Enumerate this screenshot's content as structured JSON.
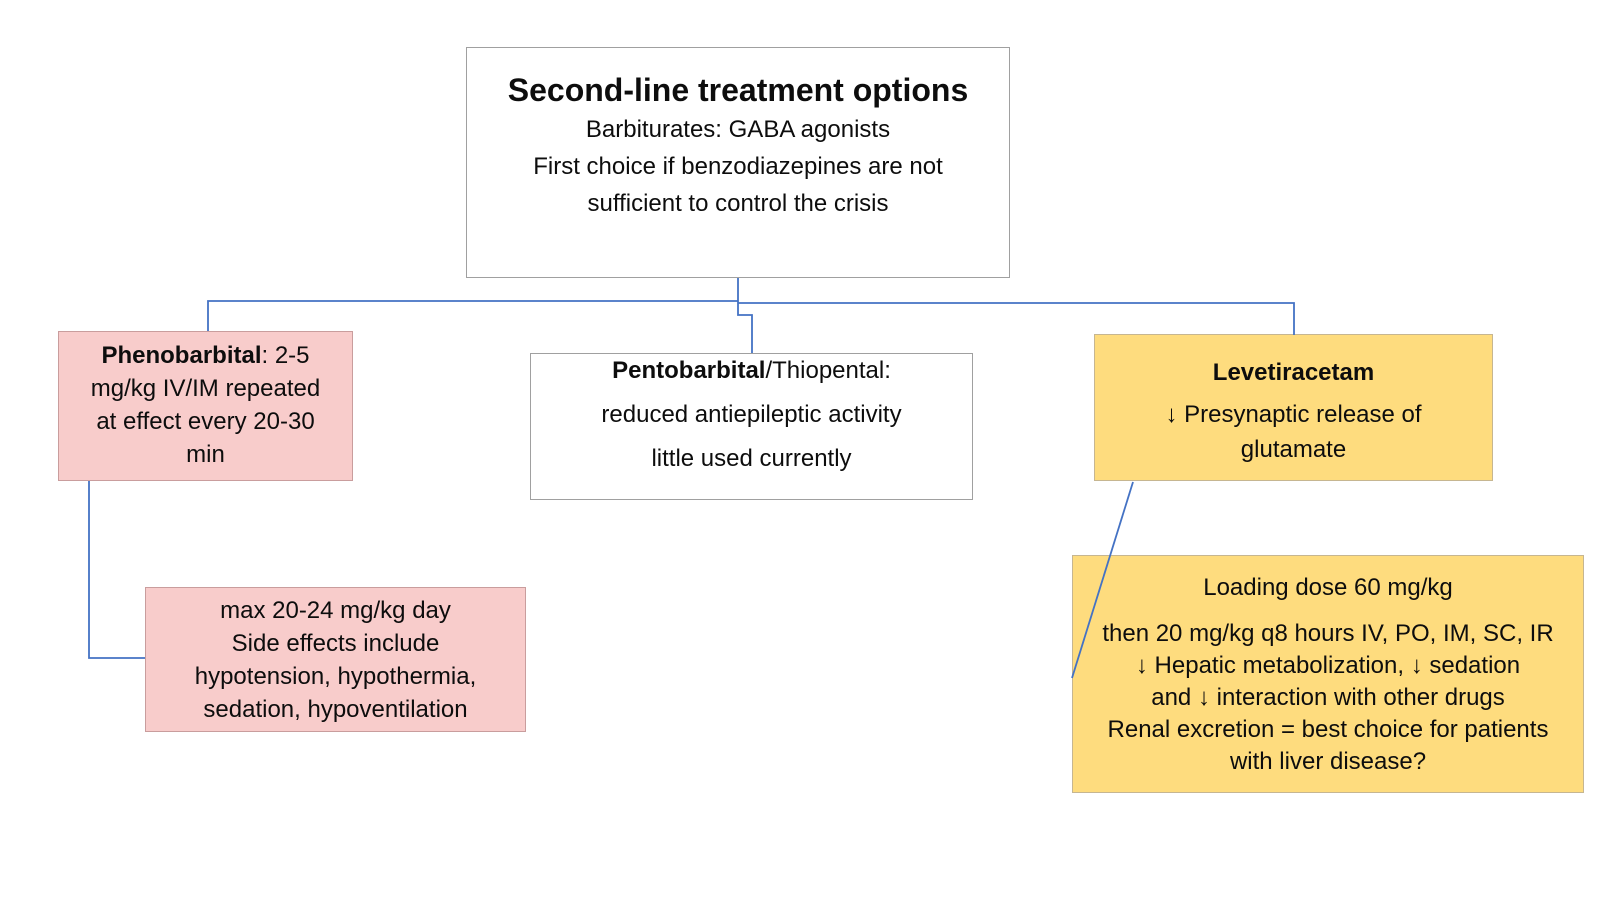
{
  "colors": {
    "connector": "#4472C4",
    "pink_fill": "#F8CCCB",
    "pink_border": "#C99D9D",
    "yellow_fill": "#FEDC7E",
    "yellow_border": "#C6B691",
    "white_border": "#A0A0A0",
    "text": "#0D0D0D"
  },
  "root": {
    "title": "Second-line treatment options",
    "lines": [
      "Barbiturates: GABA agonists",
      "First choice if benzodiazepines are not",
      "sufficient to control the crisis"
    ]
  },
  "phenobarbital": {
    "drug": "Phenobarbital",
    "title_rest": ": 2-5",
    "lines": [
      "mg/kg IV/IM repeated",
      "at effect every 20-30",
      "min"
    ]
  },
  "pentobarbital": {
    "drug": "Pentobarbital",
    "title_rest": "/Thiopental:",
    "lines": [
      "reduced antiepileptic activity",
      "little used currently"
    ]
  },
  "levetiracetam": {
    "drug": "Levetiracetam",
    "lines": [
      "↓ Presynaptic release of",
      "glutamate"
    ]
  },
  "phenobarbital_details": {
    "lines": [
      "max 20-24 mg/kg day",
      "Side effects include",
      "hypotension, hypothermia,",
      "sedation, hypoventilation"
    ]
  },
  "levetiracetam_details": {
    "intro": "Loading dose 60 mg/kg",
    "lines": [
      "then 20 mg/kg q8 hours IV, PO, IM, SC, IR",
      "↓ Hepatic metabolization, ↓ sedation",
      "and ↓ interaction with other drugs",
      "Renal excretion = best choice for patients",
      "with liver disease?"
    ]
  }
}
